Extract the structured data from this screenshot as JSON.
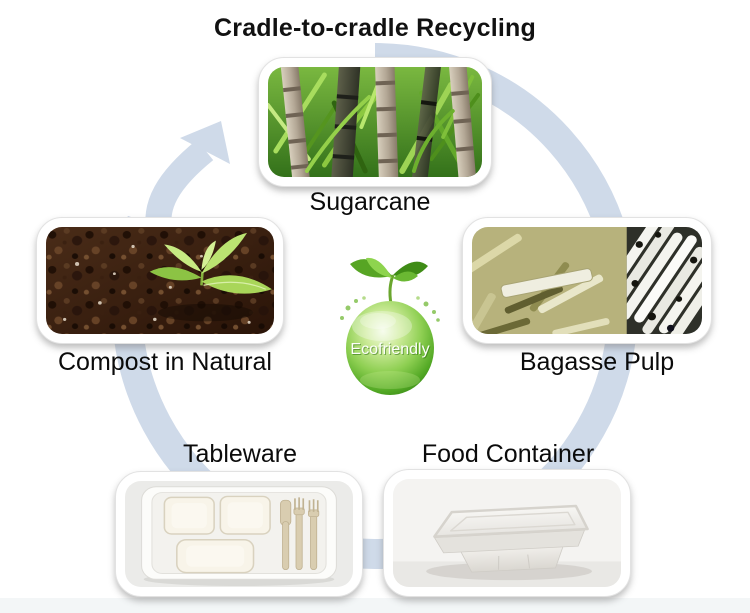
{
  "title": "Cradle-to-cradle Recycling",
  "center_logo": {
    "label": "Ecofriendly",
    "icon": "eco-sphere-with-sprout-icon"
  },
  "cycle": {
    "direction": "clockwise",
    "arrow_icon": "curved-cycle-arrow-icon",
    "nodes": [
      {
        "id": "sugarcane",
        "label": "Sugarcane",
        "label_position": "below-image",
        "image": "sugarcane-field-photo"
      },
      {
        "id": "bagasse-pulp",
        "label": "Bagasse Pulp",
        "label_position": "below-image",
        "image": "bagasse-pulp-photo"
      },
      {
        "id": "food-container",
        "label": "Food Container",
        "label_position": "above-image",
        "image": "food-container-photo"
      },
      {
        "id": "tableware",
        "label": "Tableware",
        "label_position": "above-image",
        "image": "tableware-tray-photo"
      },
      {
        "id": "compost",
        "label": "Compost in Natural",
        "label_position": "below-image",
        "image": "compost-soil-seedling-photo"
      }
    ]
  },
  "colors": {
    "background": "#ffffff",
    "cycle_arrow": "#cfdae9",
    "title_text": "#111111",
    "label_text": "#0b0b0b",
    "eco_sphere_green": "#57a524",
    "card_frame": "#ffffff"
  }
}
